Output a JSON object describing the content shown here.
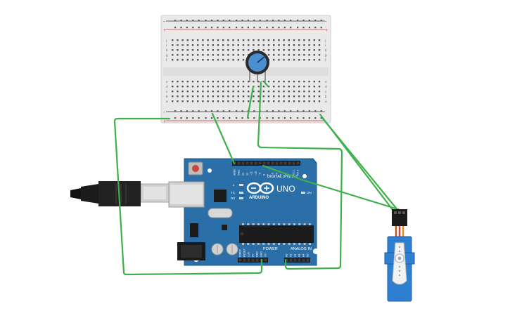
{
  "breadboard": {
    "top_rail_marks": [
      "-",
      "+"
    ],
    "bottom_rail_marks": [
      "-",
      "+"
    ],
    "row_letters_top": [
      "j",
      "i",
      "h",
      "g",
      "f"
    ],
    "row_letters_bottom": [
      "e",
      "d",
      "c",
      "b",
      "a"
    ],
    "column_count": 30
  },
  "potentiometer": {},
  "arduino": {
    "brand_label": "ARDUINO",
    "model_label": "UNO",
    "digital_label": "DIGITAL (PWM~)",
    "power_label": "POWER",
    "analog_label": "ANALOG IN",
    "led_labels": [
      "L",
      "TX",
      "RX",
      "ON"
    ],
    "digital_pins": [
      "AREF",
      "GND",
      "13",
      "12",
      "~11",
      "~10",
      "~9",
      "8",
      "7",
      "~6",
      "~5",
      "4",
      "~3",
      "2",
      "TX 1",
      "RX 0"
    ],
    "power_pins": [
      "IOREF",
      "RESET",
      "3.3V",
      "5V",
      "GND",
      "GND",
      "Vin"
    ],
    "analog_pins": [
      "A0",
      "A1",
      "A2",
      "A3",
      "A4",
      "A5"
    ]
  },
  "usb_cable": {},
  "servo": {},
  "colors": {
    "wire": "#3fb04b",
    "board": "#2b6fa8",
    "board_edge": "#1e5889",
    "breadboard": "#e9e9e9",
    "rail_red": "#d33b3b",
    "rail_dark": "#333333",
    "servo_body": "#2f7fd1",
    "knob": "#4a8fd0"
  }
}
